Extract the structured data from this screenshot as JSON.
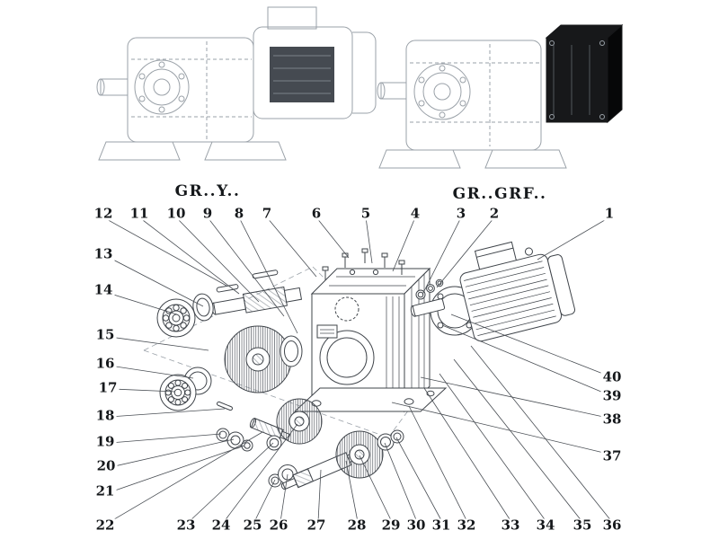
{
  "colors": {
    "ink": "#3f444a",
    "light_line": "#9aa1a8",
    "dark_fill": "#17181a"
  },
  "variants": {
    "left_label": "GR..Y..",
    "right_label": "GR..GRF.."
  },
  "parts": [
    "1",
    "2",
    "3",
    "4",
    "5",
    "6",
    "7",
    "8",
    "9",
    "10",
    "11",
    "12",
    "13",
    "14",
    "15",
    "16",
    "17",
    "18",
    "19",
    "20",
    "21",
    "22",
    "23",
    "24",
    "25",
    "26",
    "27",
    "28",
    "29",
    "30",
    "31",
    "32",
    "33",
    "34",
    "35",
    "36",
    "37",
    "38",
    "39",
    "40"
  ]
}
